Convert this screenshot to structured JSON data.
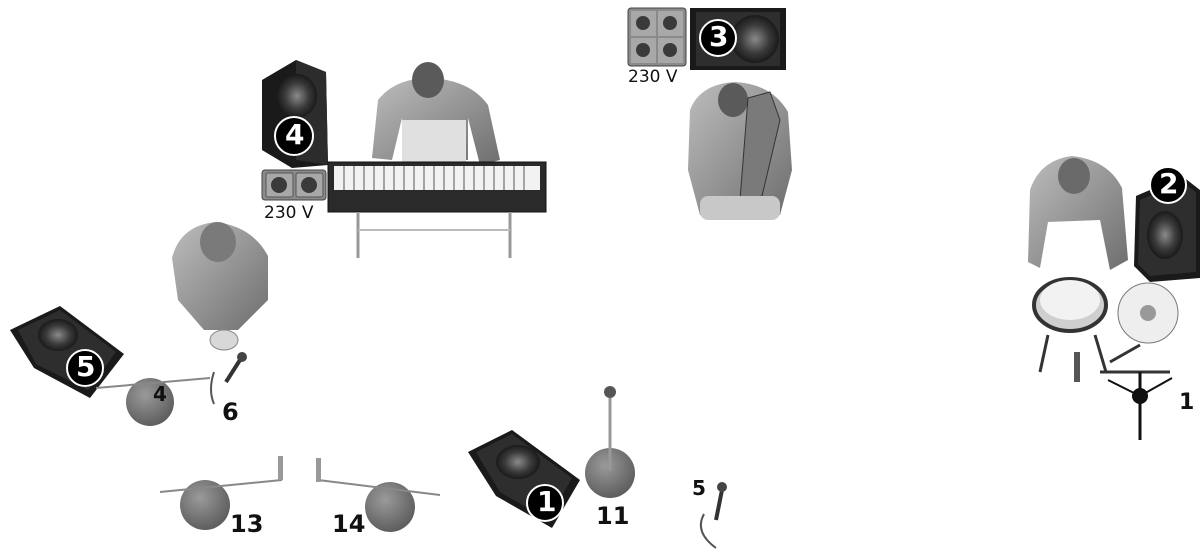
{
  "stage_plot": {
    "power_outlets": [
      {
        "id": "outlet-keyboard",
        "voltage": "230 V",
        "sockets": 2
      },
      {
        "id": "outlet-bass",
        "voltage": "230 V",
        "sockets": 4
      }
    ],
    "monitors": [
      {
        "number": "1"
      },
      {
        "number": "2"
      },
      {
        "number": "3"
      },
      {
        "number": "4"
      },
      {
        "number": "5"
      }
    ],
    "input_labels": [
      {
        "number": "1"
      },
      {
        "number": "4"
      },
      {
        "number": "5"
      },
      {
        "number": "6"
      },
      {
        "number": "11"
      },
      {
        "number": "13"
      },
      {
        "number": "14"
      }
    ],
    "performers": [
      "keyboardist",
      "bassist",
      "drummer",
      "vocalist"
    ],
    "colors": {
      "monitor_body": "#1a1a1a",
      "stand_base": "#6d6d6d",
      "figure": "#9a9a9a",
      "badge": "#000000"
    }
  }
}
